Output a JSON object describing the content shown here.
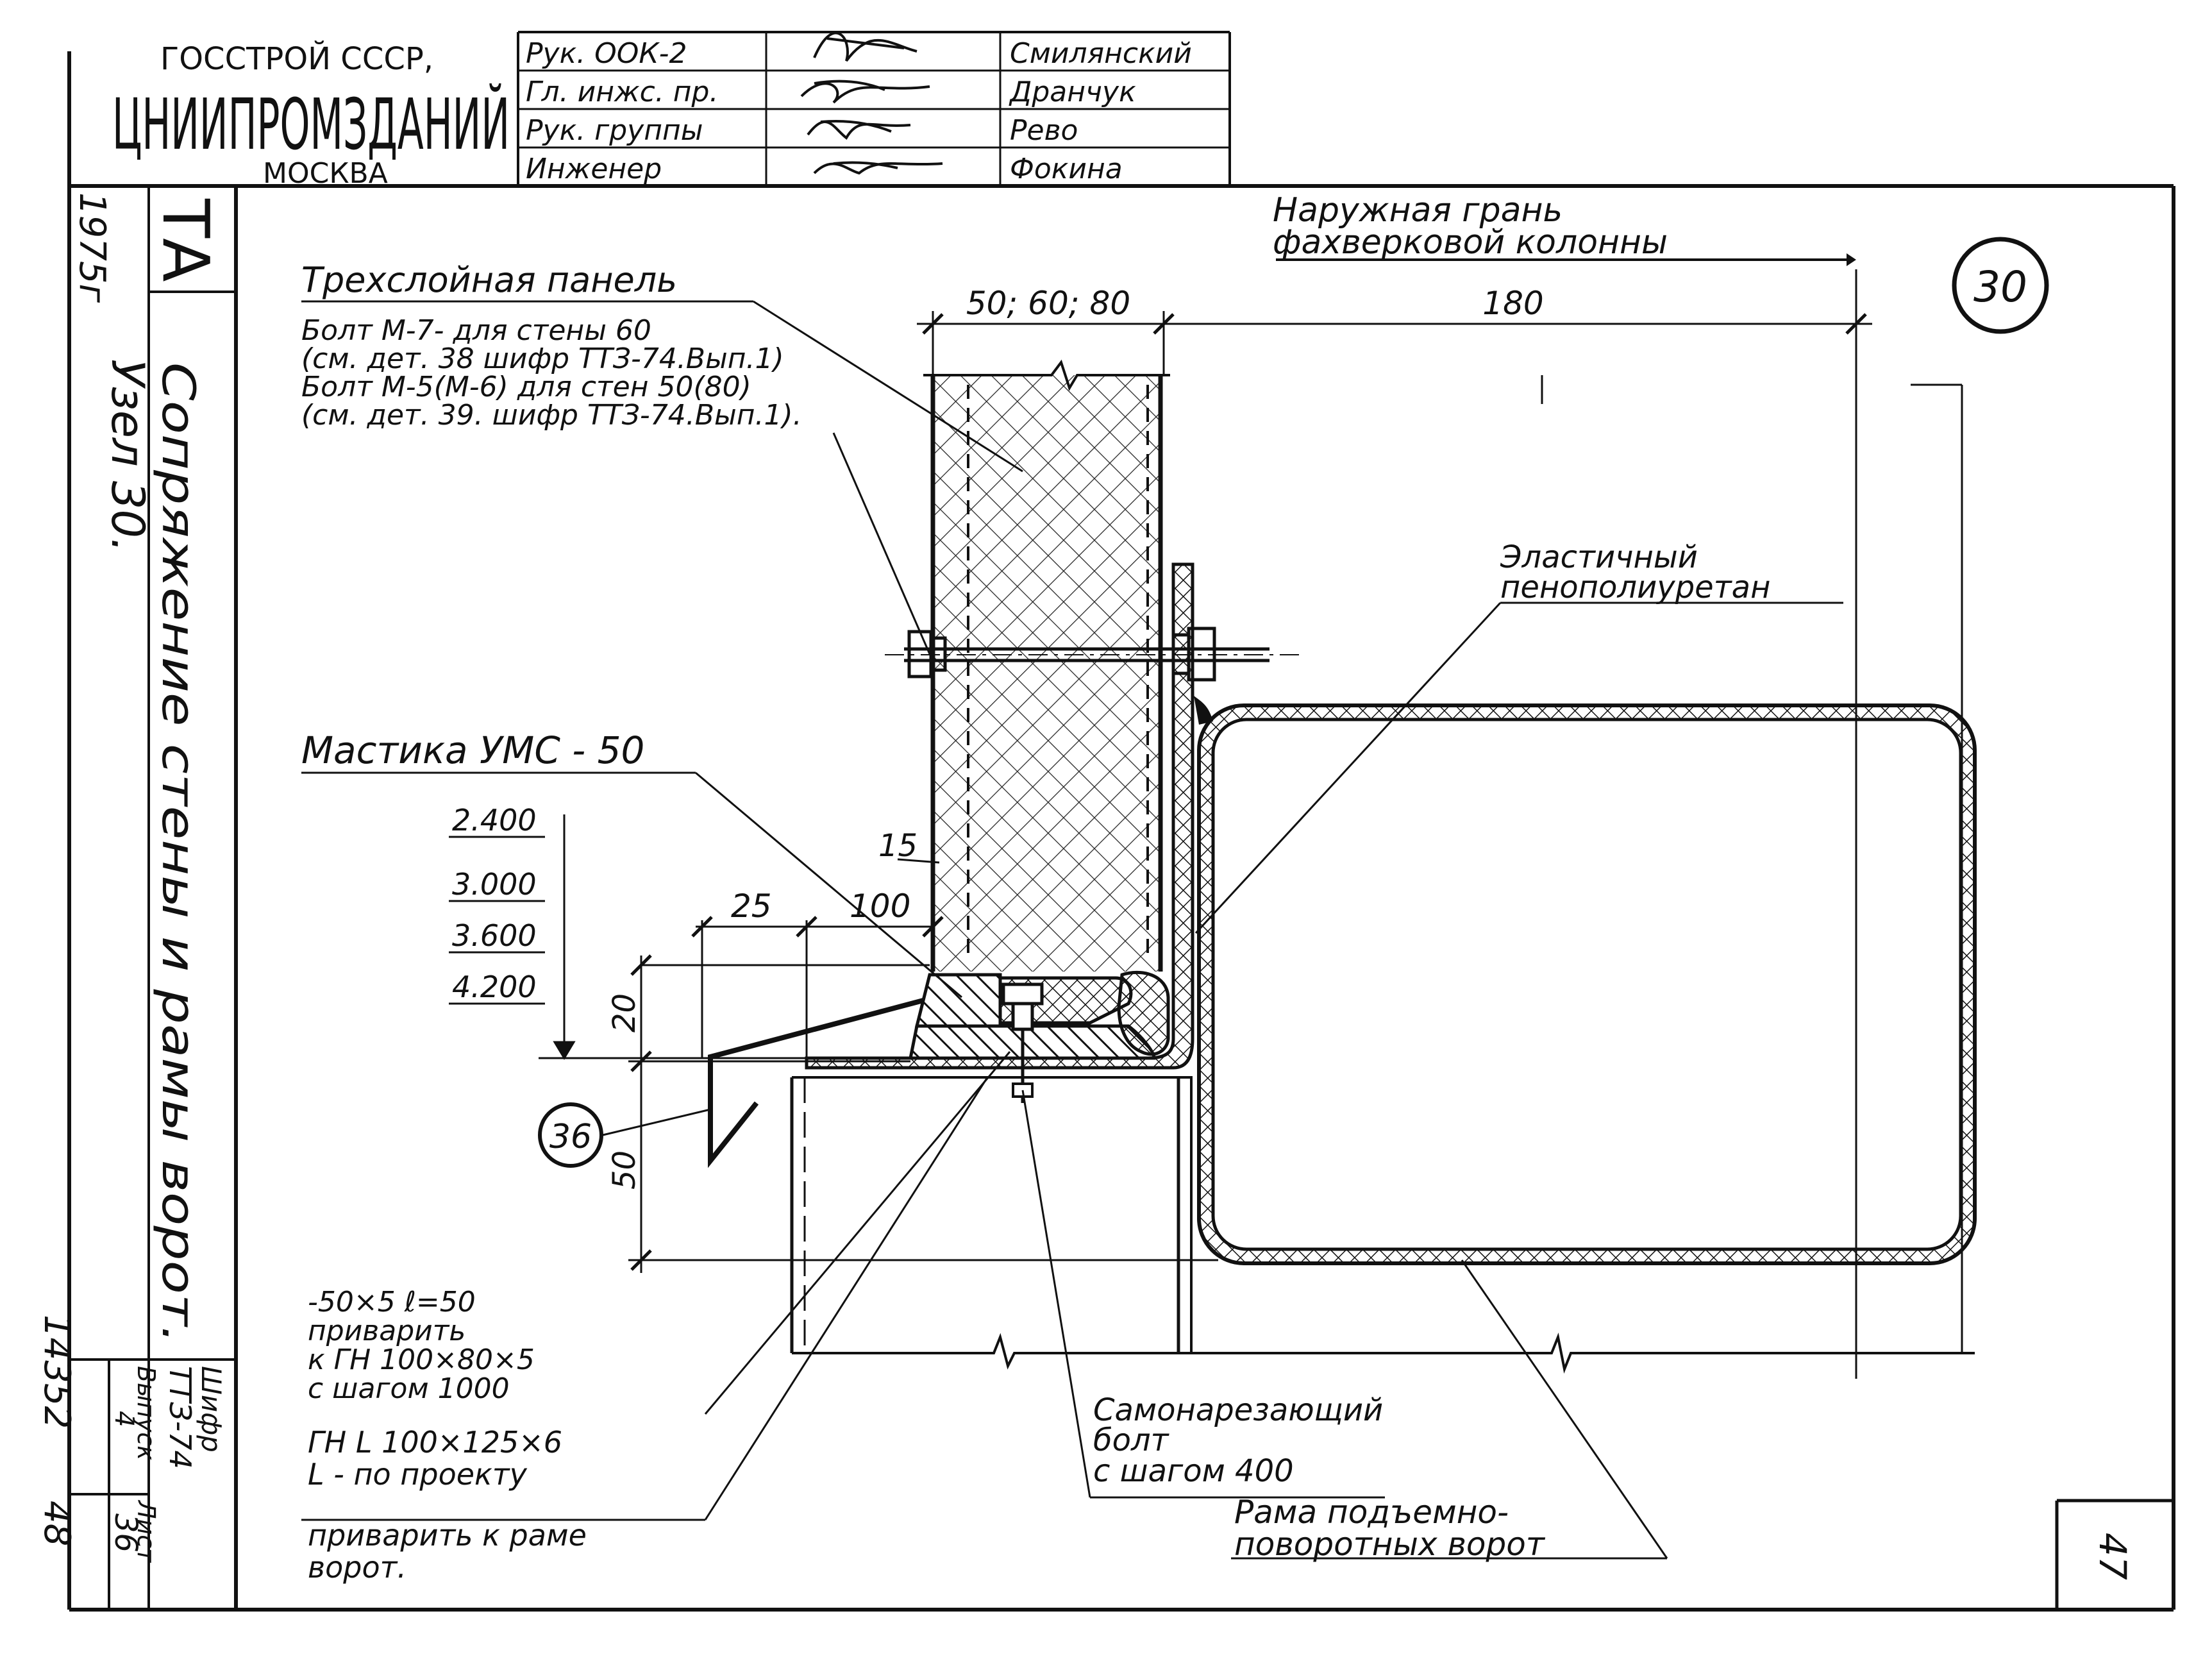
{
  "title_block": {
    "org_line1": "ГОССТРОЙ СССР,",
    "org_name": "ЦНИИПРОМЗДАНИЙ",
    "org_city": "МОСКВА",
    "roles": [
      "Рук. ООК-2",
      "Гл. инжс. пр.",
      "Рук. группы",
      "Инженер"
    ],
    "names": [
      "Смилянский",
      "Дранчук",
      "Рево",
      "Фокина"
    ]
  },
  "side_strip": {
    "section": "ТА",
    "year": "1975г",
    "title": "Сопряжение стены и рамы ворот.",
    "subtitle": "Узел 30.",
    "series_label": "Шифр",
    "series": "ТТЗ-74",
    "issue_label": "Выпуск",
    "issue": "4",
    "sheet_label": "Лист",
    "sheet": "36",
    "inv_number": "14352",
    "page_number": "48"
  },
  "drawing": {
    "node_number": "30",
    "ref_node": "36",
    "page_corner_number": "47",
    "labels": {
      "outer_face": [
        "Наружная грань",
        "фахверковой колонны"
      ],
      "panel": "Трехслойная панель",
      "bolts": [
        "Болт М-7- для стены 60",
        "(см. дет. 38 шифр ТТЗ-74.Вып.1)",
        "Болт М-5(М-6) для стен 50(80)",
        "(см. дет. 39. шифр ТТЗ-74.Вып.1)."
      ],
      "elastic": [
        "Эластичный",
        "пенополиуретан"
      ],
      "mastic": "Мастика УМС - 50",
      "plate": [
        "-50×5 ℓ=50",
        "приварить",
        "к ГН 100×80×5",
        "с шагом 1000"
      ],
      "angle": [
        "ГН L 100×125×6",
        "L - по проекту",
        "приварить к раме",
        "ворот."
      ],
      "self_tapping": [
        "Самонарезающий",
        "болт",
        "с шагом 400"
      ],
      "frame": [
        "Рама подъемно-",
        "поворотных ворот"
      ]
    },
    "dimensions": {
      "panel_thickness": "50; 60; 80",
      "offset": "180",
      "d15": "15",
      "d25": "25",
      "d100": "100",
      "d20": "20",
      "d50": "50"
    },
    "levels": [
      "2.400",
      "3.000",
      "3.600",
      "4.200"
    ]
  }
}
